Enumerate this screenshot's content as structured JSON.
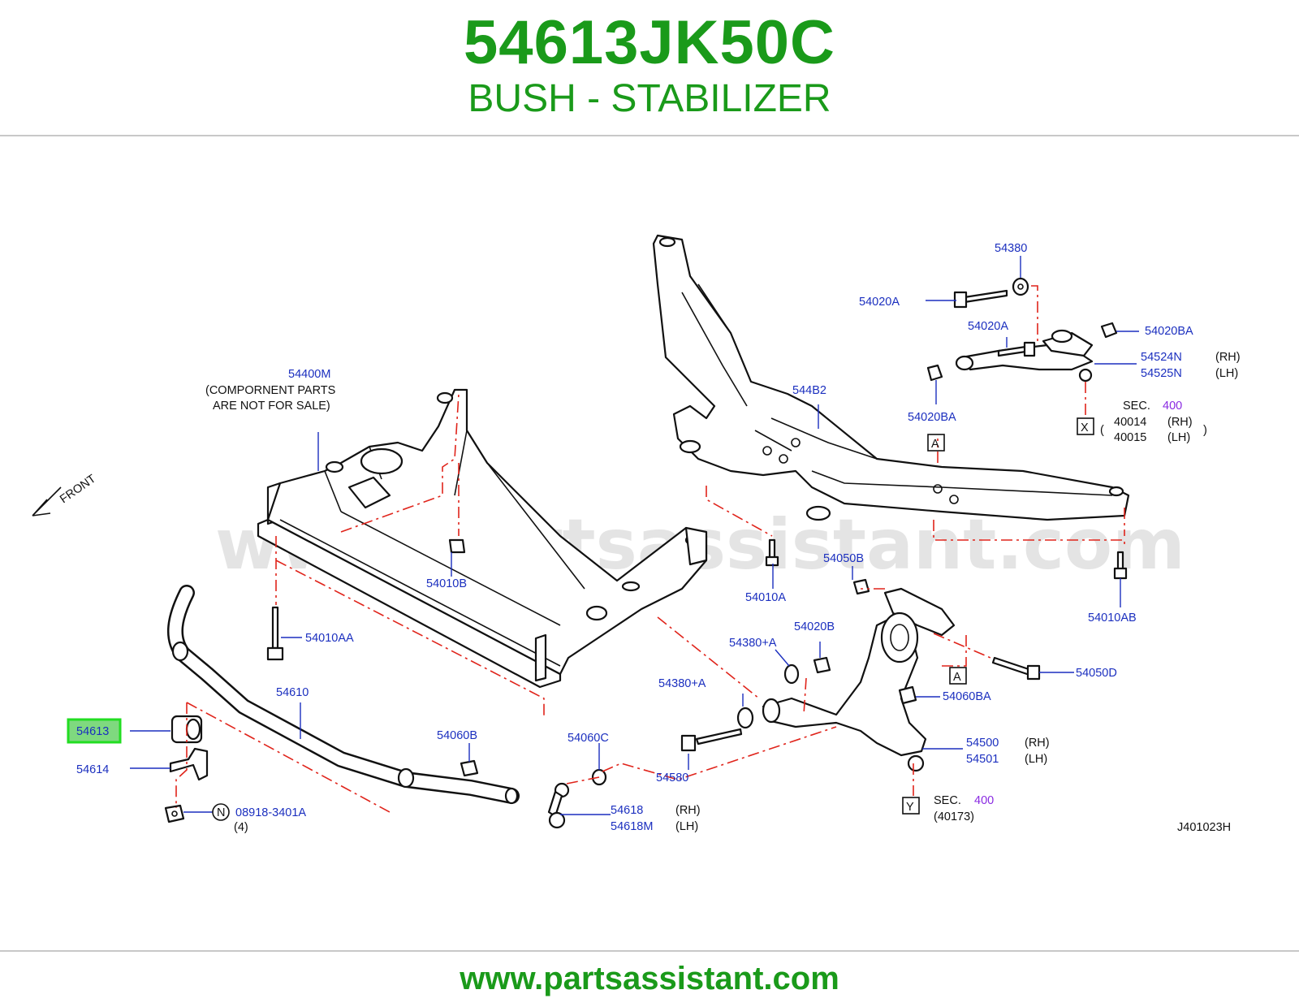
{
  "header": {
    "part_number": "54613JK50C",
    "part_name": "BUSH - STABILIZER"
  },
  "footer": {
    "url": "www.partsassistant.com"
  },
  "diagram": {
    "watermark": "www.partsassistant.com",
    "front_label": "FRONT",
    "drawing_id": "J401023H",
    "highlighted_part": "54613",
    "labels": {
      "l54400M": "54400M",
      "component_note_1": "(COMPORNENT  PARTS",
      "component_note_2": "ARE  NOT  FOR  SALE)",
      "l54010B": "54010B",
      "l54010AA": "54010AA",
      "l54610": "54610",
      "l54613": "54613",
      "l54614": "54614",
      "l08918": "08918-3401A",
      "l08918_qty": "(4)",
      "n_marker": "N",
      "l54060B": "54060B",
      "l54060C": "54060C",
      "l54618": "54618",
      "l54618M": "54618M",
      "rh": "(RH)",
      "lh": "(LH)",
      "l54580": "54580",
      "l54380A_1": "54380+A",
      "l54380A_2": "54380+A",
      "l54020B": "54020B",
      "l54010A": "54010A",
      "l54050B": "54050B",
      "l54050D": "54050D",
      "l54060BA": "54060BA",
      "l54500": "54500",
      "l54501": "54501",
      "l544B2": "544B2",
      "l54010AB": "54010AB",
      "l54380": "54380",
      "l54020A_1": "54020A",
      "l54020A_2": "54020A",
      "l54020BA_1": "54020BA",
      "l54020BA_2": "54020BA",
      "l54524N": "54524N",
      "l54525N": "54525N",
      "sec": "SEC.",
      "sec_num": "400",
      "l40014": "40014",
      "l40015": "40015",
      "l40173": "(40173)",
      "marker_a": "A",
      "marker_x": "X",
      "marker_y": "Y"
    }
  },
  "colors": {
    "brand_green": "#1a9a1a",
    "label_blue": "#1b2fbf",
    "section_purple": "#8a2be2",
    "dash_red": "#e0241b",
    "highlight": "#22dd22"
  }
}
